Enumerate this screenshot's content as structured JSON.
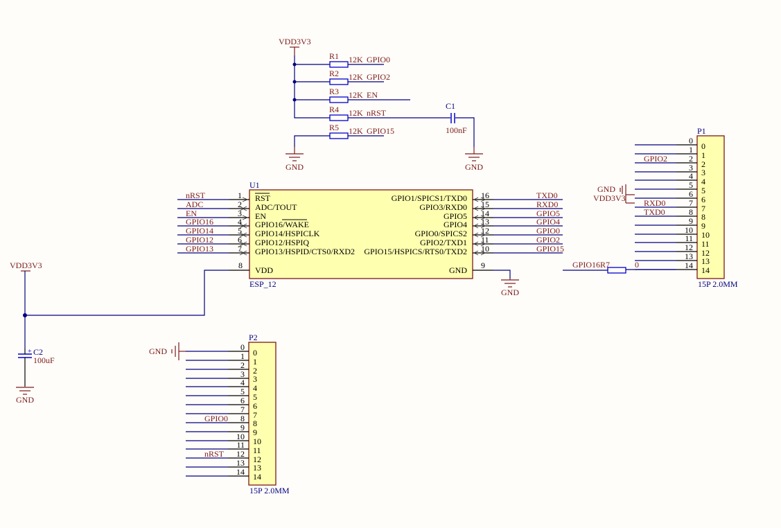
{
  "schematic": {
    "colors": {
      "background": "#fffdf9",
      "wire": "#000080",
      "net_label": "#7a1a1a",
      "component_fill": "#ffffb0",
      "component_border": "#7a1a1a",
      "passive": "#0000cc"
    },
    "pullups": {
      "supply": "VDD3V3",
      "resistors": [
        {
          "designator": "R1",
          "value": "12K",
          "net": "GPIO0"
        },
        {
          "designator": "R2",
          "value": "12K",
          "net": "GPIO2"
        },
        {
          "designator": "R3",
          "value": "12K",
          "net": "EN"
        },
        {
          "designator": "R4",
          "value": "12K",
          "net": "nRST"
        },
        {
          "designator": "R5",
          "value": "12K",
          "net": "GPIO15"
        }
      ],
      "gnd_left": "GND",
      "cap": {
        "designator": "C1",
        "value": "100nF"
      },
      "gnd_right": "GND"
    },
    "u1": {
      "designator": "U1",
      "part": "ESP_12",
      "left_pins": [
        {
          "num": "1",
          "name": "RST",
          "net": "nRST"
        },
        {
          "num": "2",
          "name": "ADC/TOUT",
          "net": "ADC"
        },
        {
          "num": "3",
          "name": "EN",
          "net": "EN"
        },
        {
          "num": "4",
          "name": "GPIO16/WAKE",
          "net": "GPIO16"
        },
        {
          "num": "5",
          "name": "GPIO14/HSPICLK",
          "net": "GPIO14"
        },
        {
          "num": "6",
          "name": "GPIO12/HSPIQ",
          "net": "GPIO12"
        },
        {
          "num": "7",
          "name": "GPIO13/HSPID/CTS0/RXD2",
          "net": "GPIO13"
        }
      ],
      "vdd_pin": {
        "num": "8",
        "name": "VDD"
      },
      "right_pins": [
        {
          "num": "16",
          "name": "GPIO1/SPICS1/TXD0",
          "net": "TXD0"
        },
        {
          "num": "15",
          "name": "GPIO3/RXD0",
          "net": "RXD0"
        },
        {
          "num": "14",
          "name": "GPIO5",
          "net": "GPIO5"
        },
        {
          "num": "13",
          "name": "GPIO4",
          "net": "GPIO4"
        },
        {
          "num": "12",
          "name": "GPIO0/SPICS2",
          "net": "GPIO0"
        },
        {
          "num": "11",
          "name": "GPIO2/TXD1",
          "net": "GPIO2"
        },
        {
          "num": "10",
          "name": "GPIO15/HSPICS/RTS0/TXD2",
          "net": "GPIO15"
        }
      ],
      "gnd_pin": {
        "num": "9",
        "name": "GND"
      },
      "gnd_symbol": "GND"
    },
    "power_left": {
      "supply": "VDD3V3",
      "cap": {
        "designator": "C2",
        "value": "100uF",
        "polarity": "+"
      },
      "gnd": "GND"
    },
    "p1": {
      "designator": "P1",
      "part": "15P 2.0MM",
      "pins": [
        "0",
        "1",
        "2",
        "3",
        "4",
        "5",
        "6",
        "7",
        "8",
        "9",
        "10",
        "11",
        "12",
        "13",
        "14"
      ],
      "nets": {
        "2": "GPIO2",
        "7": "RXD0",
        "8": "TXD0"
      },
      "pwr": {
        "gnd": "GND",
        "vdd": "VDD3V3"
      },
      "r7": {
        "net": "GPIO16",
        "designator": "R7",
        "value": "0"
      }
    },
    "p2": {
      "designator": "P2",
      "part": "15P 2.0MM",
      "pins": [
        "0",
        "1",
        "2",
        "3",
        "4",
        "5",
        "6",
        "7",
        "8",
        "9",
        "10",
        "11",
        "12",
        "13",
        "14"
      ],
      "nets": {
        "8": "GPIO0",
        "12": "nRST"
      },
      "gnd": "GND"
    }
  }
}
